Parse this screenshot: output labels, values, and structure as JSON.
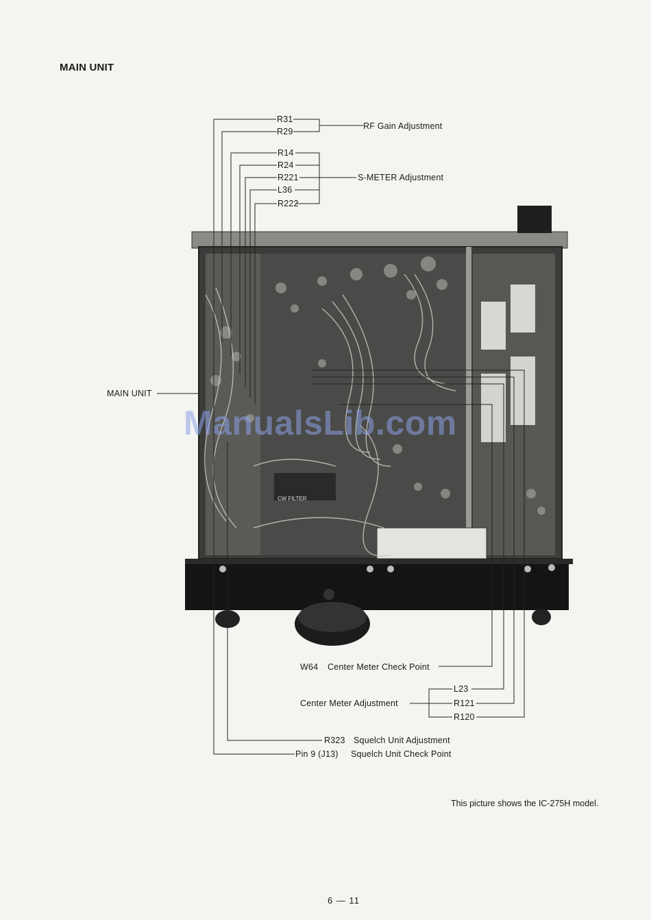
{
  "section_title": "MAIN UNIT",
  "labels": {
    "r31": "R31",
    "r29": "R29",
    "rf_gain": "RF Gain Adjustment",
    "r14": "R14",
    "r24": "R24",
    "r221": "R221",
    "l36": "L36",
    "r222": "R222",
    "smeter": "S-METER Adjustment",
    "main_unit": "MAIN UNIT",
    "w64": "W64",
    "center_meter_check": "Center Meter Check Point",
    "l23": "L23",
    "r121": "R121",
    "r120": "R120",
    "center_meter_adj": "Center Meter Adjustment",
    "r323": "R323",
    "squelch_unit_adj": "Squelch Unit Adjustment",
    "pin9": "Pin 9 (J13)",
    "squelch_unit_check": "Squelch Unit Check Point"
  },
  "watermark": "ManualsLib.com",
  "photo_panel_label": "CW FILTER",
  "caption": "This picture shows the IC-275H model.",
  "page_number": "6 — 11"
}
